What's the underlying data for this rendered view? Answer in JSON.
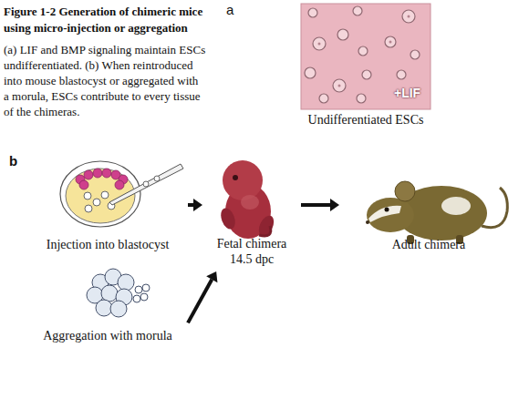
{
  "diagram": {
    "title": "Figure 1-2 Generation of chimeric mice using micro-injection or aggregation",
    "caption": "(a) LIF and BMP signaling maintain ESCs undifferentiated. (b) When reintroduced into mouse blastocyst or aggregated with a morula, ESCs contribute to every tissue of the chimeras.",
    "nodes": [
      {
        "text": [
          "Injection into blastocyst"
        ]
      },
      {
        "text": [
          "Fetal chimera",
          "14.5 dpc"
        ]
      },
      {
        "text": [
          "Adult chimera"
        ]
      },
      {
        "text": [
          "Aggregation with morula"
        ]
      }
    ],
    "edges": [
      {
        "from": 0,
        "to": 1,
        "arrow": "to"
      },
      {
        "from": 1,
        "to": 2,
        "arrow": "to"
      },
      {
        "from": 3,
        "to": 1,
        "arrow": "to"
      }
    ],
    "labels": [
      "a",
      "+LIF",
      "Undifferentiated ESCs",
      "b"
    ]
  }
}
